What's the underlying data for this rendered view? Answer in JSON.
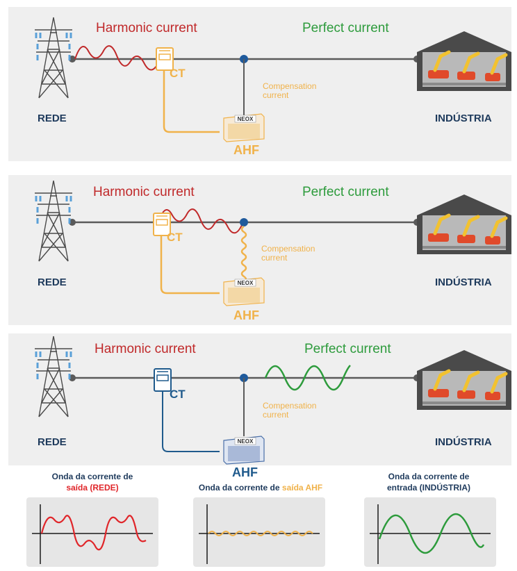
{
  "panels": [
    {
      "harmonic_label": "Harmonic current",
      "perfect_label": "Perfect current",
      "grid_label": "REDE",
      "industry_label": "INDÚSTRIA",
      "ct_label": "CT",
      "compensation_label": "Compensation current",
      "ahf_label": "AHF",
      "device_brand": "NEOX",
      "ct_color": "#f0b24a"
    },
    {
      "harmonic_label": "Harmonic current",
      "perfect_label": "Perfect current",
      "grid_label": "REDE",
      "industry_label": "INDÚSTRIA",
      "ct_label": "CT",
      "compensation_label": "Compensation current",
      "ahf_label": "AHF",
      "device_brand": "NEOX",
      "ct_color": "#f0b24a"
    },
    {
      "harmonic_label": "Harmonic current",
      "perfect_label": "Perfect current",
      "grid_label": "REDE",
      "industry_label": "INDÚSTRIA",
      "ct_label": "CT",
      "compensation_label": "Compensation current",
      "ahf_label": "AHF",
      "device_brand": "NEOX",
      "ct_color": "#1f5a8c"
    }
  ],
  "waveforms": [
    {
      "caption_line1": "Onda da corrente de",
      "caption_highlight": "saída (REDE)",
      "highlight_color": "#e0262a",
      "wave_color": "#e0262a",
      "shape": "distorted"
    },
    {
      "caption_line1": "Onda da corrente de ",
      "caption_highlight": "saída AHF",
      "highlight_color": "#f0b24a",
      "wave_color": "#f0b24a",
      "shape": "ripple"
    },
    {
      "caption_line1": "Onda da corrente de",
      "caption_highlight": "entrada (INDÚSTRIA)",
      "highlight_color": "#1e3a5c",
      "wave_color": "#2d9b3c",
      "shape": "sine"
    }
  ],
  "colors": {
    "line": "#5a5a5a",
    "junction": "#1f5a9c",
    "harmonic": "#c0292a",
    "perfect": "#2d9b3c",
    "compensation": "#f0b24a"
  }
}
